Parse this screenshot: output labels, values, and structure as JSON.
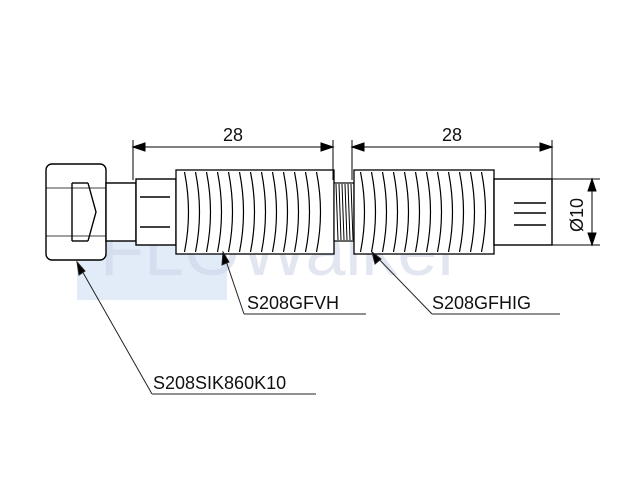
{
  "watermark": {
    "text": "FLOWalker",
    "box_color": "#d6e4f7",
    "text_color": "#c9d3e6"
  },
  "dimensions": {
    "left_length": "28",
    "right_length": "28",
    "diameter": "Ø10"
  },
  "labels": {
    "nut": "S208SIK860K10",
    "hose_short": "S208GFVH",
    "hose_long": "S208GFHIG"
  },
  "colors": {
    "line": "#000000",
    "leader": "#222222",
    "fill_body": "#ffffff"
  }
}
